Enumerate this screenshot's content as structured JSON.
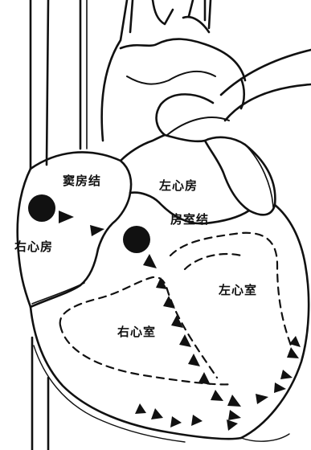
{
  "labels": {
    "sa_node": "窦房结",
    "left_atrium": "左心房",
    "right_atrium": "右心房",
    "av_node": "房室结",
    "left_ventricle": "左心室",
    "right_ventricle": "右心室"
  },
  "colors": {
    "line": "#111111",
    "background": "#ffffff"
  }
}
